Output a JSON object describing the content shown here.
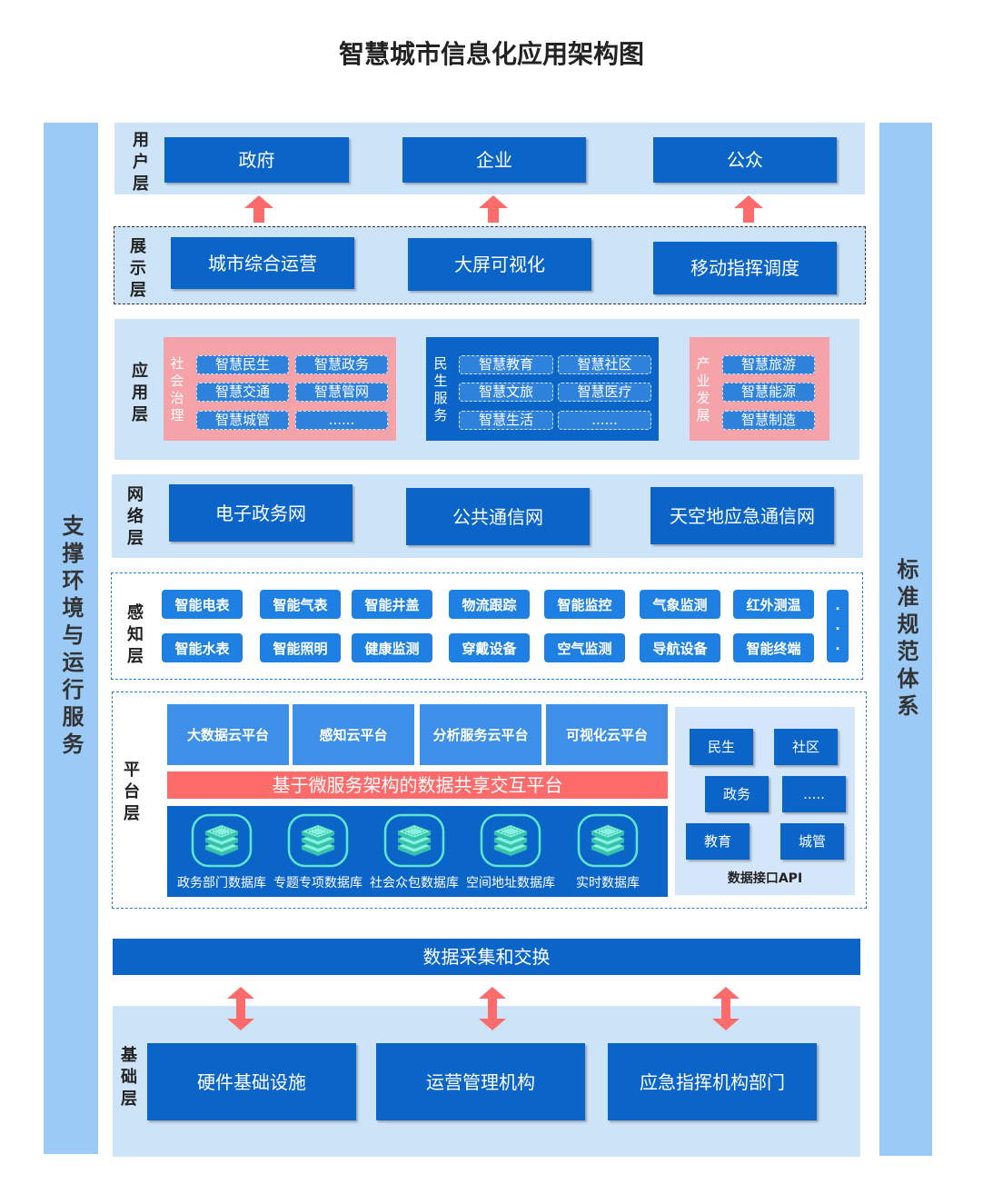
{
  "title": "智慧城市信息化应用架构图",
  "left_bar": {
    "label": "支撑环境与运行服务"
  },
  "right_bar": {
    "label": "标准规范体系"
  },
  "user_layer": {
    "label": "用户层",
    "items": [
      "政府",
      "企业",
      "公众"
    ]
  },
  "display_layer": {
    "label": "展示层",
    "items": [
      "城市综合运营",
      "大屏可视化",
      "移动指挥调度"
    ]
  },
  "app_layer": {
    "label": "应用层",
    "groups": [
      {
        "label": "社会治理",
        "items": [
          "智慧民生",
          "智慧政务",
          "智慧交通",
          "智慧管网",
          "智慧城管",
          "......"
        ]
      },
      {
        "label": "民生服务",
        "items": [
          "智慧教育",
          "智慧社区",
          "智慧文旅",
          "智慧医疗",
          "智慧生活",
          "......"
        ]
      },
      {
        "label": "产业发展",
        "items": [
          "智慧旅游",
          "智慧能源",
          "智慧制造"
        ]
      }
    ]
  },
  "network_layer": {
    "label": "网络层",
    "items": [
      "电子政务网",
      "公共通信网",
      "天空地应急通信网"
    ]
  },
  "sensing_layer": {
    "label": "感知层",
    "items": [
      [
        "智能电表",
        "智能气表",
        "智能井盖",
        "物流跟踪",
        "智能监控",
        "气象监测",
        "红外测温"
      ],
      [
        "智能水表",
        "智能照明",
        "健康监测",
        "穿戴设备",
        "空气监测",
        "导航设备",
        "智能终端"
      ]
    ],
    "more": "..."
  },
  "platform_layer": {
    "label": "平台层",
    "clouds": [
      "大数据云平台",
      "感知云平台",
      "分析服务云平台",
      "可视化云平台"
    ],
    "share_platform": "基于微服务架构的数据共享交互平台",
    "databases": [
      "政务部门数据库",
      "专题专项数据库",
      "社会众包数据库",
      "空间地址数据库",
      "实时数据库"
    ],
    "api": {
      "items": [
        "民生",
        "社区",
        "政务",
        ".....",
        "教育",
        "城管"
      ],
      "label": "数据接口API"
    }
  },
  "exchange": {
    "label": "数据采集和交换"
  },
  "base_layer": {
    "label": "基础层",
    "items": [
      "硬件基础设施",
      "运营管理机构",
      "应急指挥机构部门"
    ]
  },
  "icons": {
    "layer_arrow": "up-arrow-icon",
    "exchange_arrow": "double-arrow-icon",
    "database": "database-icon"
  },
  "colors": {
    "primary_blue": "#0b65c8",
    "light_panel": "#cde3f8",
    "side_bar": "#9ccaf6",
    "accent_red": "#fd6b6b",
    "pink_panel": "#f5a3a8",
    "icon_teal": "#5ee6cf"
  }
}
